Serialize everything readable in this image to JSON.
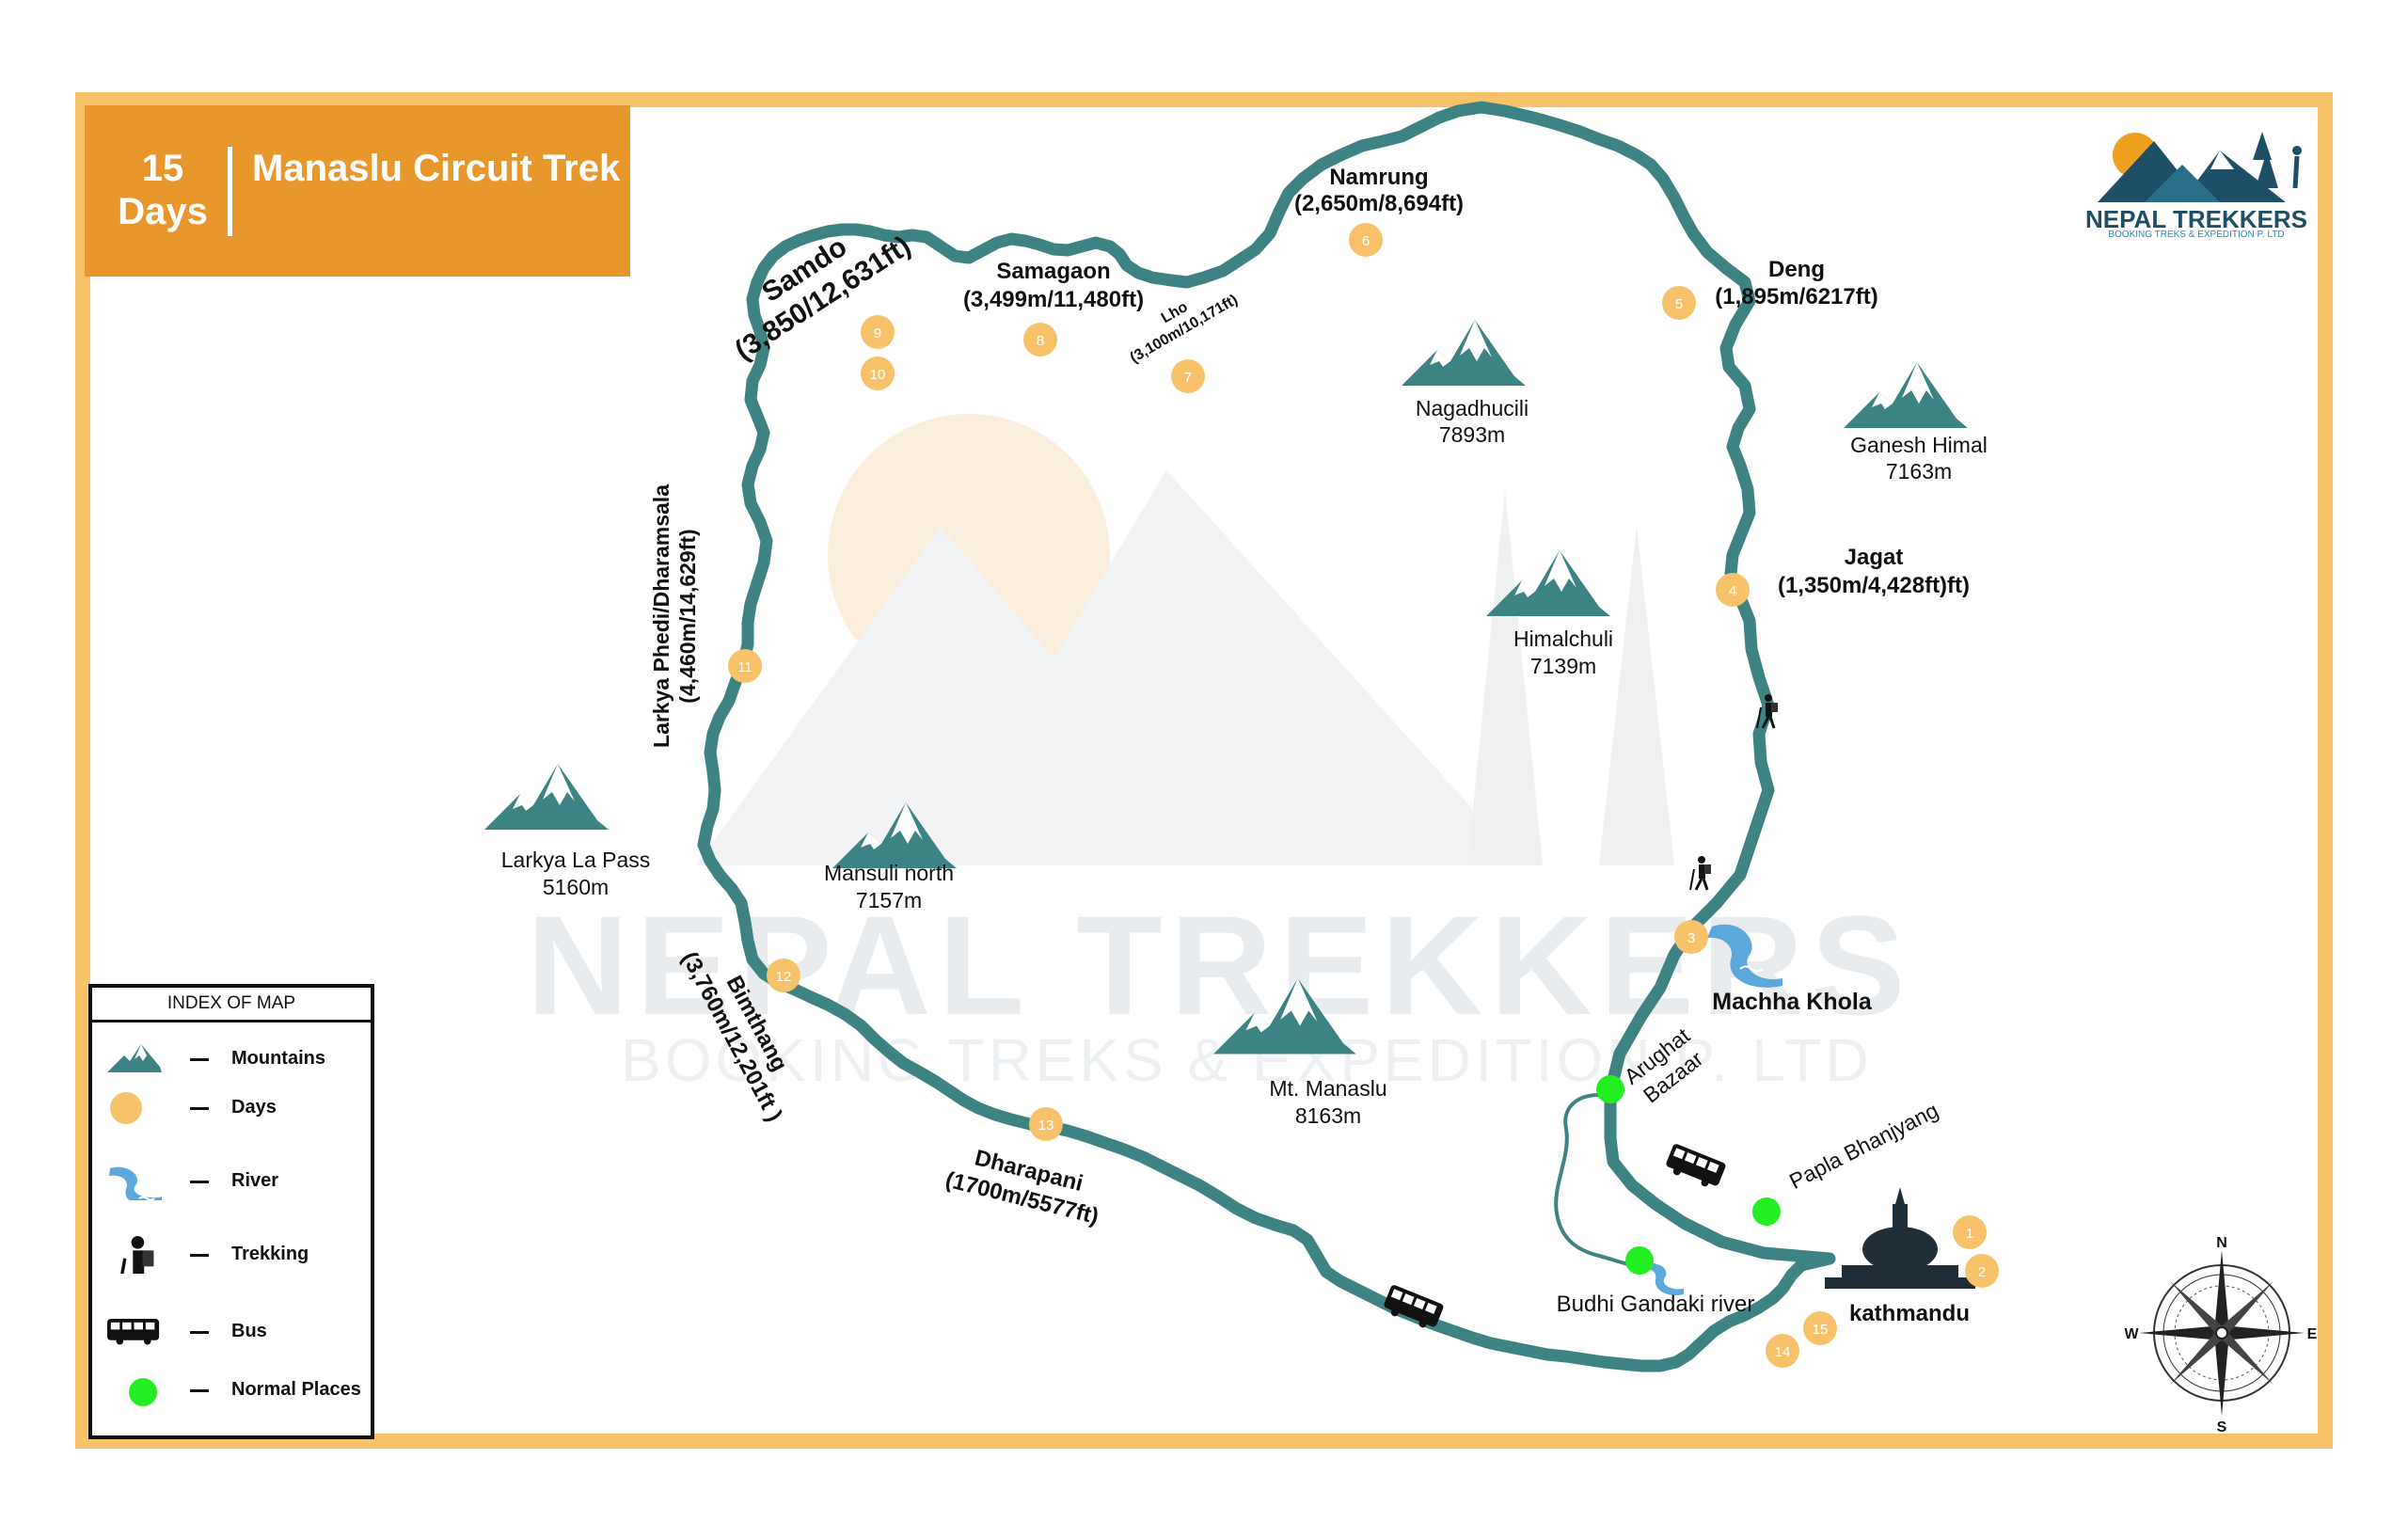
{
  "title": {
    "days": "15 Days",
    "trek": "Manaslu Circuit Trek"
  },
  "logo": {
    "brand": "NEPAL TREKKERS",
    "tagline": "BOOKING TREKS & EXPEDITION P. LTD"
  },
  "watermark": {
    "main": "NEPAL TREKKERS",
    "sub": "BOOKING TREKS & EXPEDITION P. LTD"
  },
  "stops": [
    {
      "day": "1"
    },
    {
      "day": "2"
    },
    {
      "day": "3"
    },
    {
      "day": "4"
    },
    {
      "day": "5"
    },
    {
      "day": "6"
    },
    {
      "day": "7"
    },
    {
      "day": "8"
    },
    {
      "day": "9"
    },
    {
      "day": "10"
    },
    {
      "day": "11"
    },
    {
      "day": "12"
    },
    {
      "day": "13"
    },
    {
      "day": "14"
    },
    {
      "day": "15"
    }
  ],
  "places": {
    "namrung": {
      "name": "Namrung",
      "alt": "(2,650m/8,694ft)"
    },
    "samagaon": {
      "name": "Samagaon",
      "alt": "(3,499m/11,480ft)"
    },
    "samdo": {
      "name": "Samdo",
      "alt": "(3,850/12,631ft)"
    },
    "lho": {
      "name": "Lho",
      "alt": "(3,100m/10,171ft)"
    },
    "deng": {
      "name": "Deng",
      "alt": "(1,895m/6217ft)"
    },
    "jagat": {
      "name": "Jagat",
      "alt": "(1,350m/4,428ft)ft)"
    },
    "larkya_phedi": {
      "name": "Larkya Phedi/Dharamsala",
      "alt": "(4,460m/14,629ft)"
    },
    "bimthang": {
      "name": "Bimthang",
      "alt": "(3,760m/12,201ft )"
    },
    "dharapani": {
      "name": "Dharapani",
      "alt": "(1700m/5577ft)"
    },
    "machha_khola": "Machha Khola",
    "arughat": {
      "line1": "Arughat",
      "line2": "Bazaar"
    },
    "papla": "Papla Bhanjyang",
    "budhi": "Budhi Gandaki river",
    "kathmandu": "kathmandu"
  },
  "mountains": [
    {
      "name": "Nagadhucili",
      "height": "7893m"
    },
    {
      "name": "Ganesh Himal",
      "height": "7163m"
    },
    {
      "name": "Himalchuli",
      "height": "7139m"
    },
    {
      "name": "Larkya La Pass",
      "height": "5160m"
    },
    {
      "name": "Mansuli north",
      "height": "7157m"
    },
    {
      "name": "Mt. Manaslu",
      "height": "8163m"
    }
  ],
  "legend": {
    "header": "INDEX OF MAP",
    "items": [
      "Mountains",
      "Days",
      "River",
      "Trekking",
      "Bus",
      "Normal Places"
    ]
  },
  "compass": {
    "n": "N",
    "s": "S",
    "e": "E",
    "w": "W"
  },
  "colors": {
    "route": "#3e8383",
    "day_marker": "#f7c26a",
    "frame": "#f7c26a",
    "title_bg": "#e8972c",
    "mountain": "#3e8383",
    "normal_place": "#22ee22",
    "river": "#5aa8dc"
  }
}
